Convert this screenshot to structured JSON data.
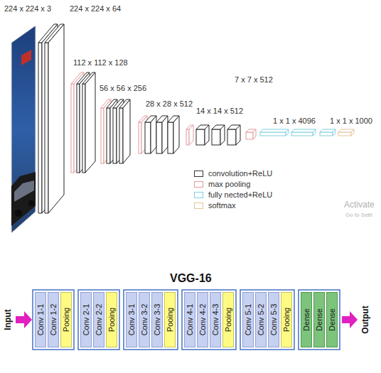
{
  "diagram": {
    "title": "VGG-16",
    "nodes": [
      {
        "text": [
          "Conv 1-1"
        ]
      },
      {
        "text": [
          "Conv 1-2"
        ]
      },
      {
        "text": [
          "Pooing"
        ]
      },
      {
        "text": [
          "Conv 2-1"
        ]
      },
      {
        "text": [
          "Conv 2-2"
        ]
      },
      {
        "text": [
          "Pooing"
        ]
      },
      {
        "text": [
          "Conv 3-1"
        ]
      },
      {
        "text": [
          "Conv 3-2"
        ]
      },
      {
        "text": [
          "Conv 3-3"
        ]
      },
      {
        "text": [
          "Pooing"
        ]
      },
      {
        "text": [
          "Conv 4-1"
        ]
      },
      {
        "text": [
          "Conv 4-2"
        ]
      },
      {
        "text": [
          "Conv 4-3"
        ]
      },
      {
        "text": [
          "Pooing"
        ]
      },
      {
        "text": [
          "Conv 5-1"
        ]
      },
      {
        "text": [
          "Conv 5-2"
        ]
      },
      {
        "text": [
          "Conv 5-3"
        ]
      },
      {
        "text": [
          "Pooing"
        ]
      },
      {
        "text": [
          "Dense"
        ]
      },
      {
        "text": [
          "Dense"
        ]
      },
      {
        "text": [
          "Dense"
        ]
      }
    ],
    "labels": [
      "224 x 224 x 3",
      "224 x 224 x 64",
      "112 x 112 x 128",
      "56 x 56 x 256",
      "28 x 28 x 512",
      "14 x 14 x 512",
      "7 x 7 x 512",
      "1 x 1 x 4096",
      "1 x 1 x 1000",
      "Activate",
      "Go to Setti",
      "Input",
      "Output"
    ],
    "legend": [
      {
        "text": "convolution+ReLU",
        "color": "#333333"
      },
      {
        "text": "max pooling",
        "color": "#e39a9a"
      },
      {
        "text": "fully nected+ReLU",
        "color": "#7fd0e2"
      },
      {
        "text": "softmax",
        "color": "#e6c39a"
      }
    ]
  }
}
